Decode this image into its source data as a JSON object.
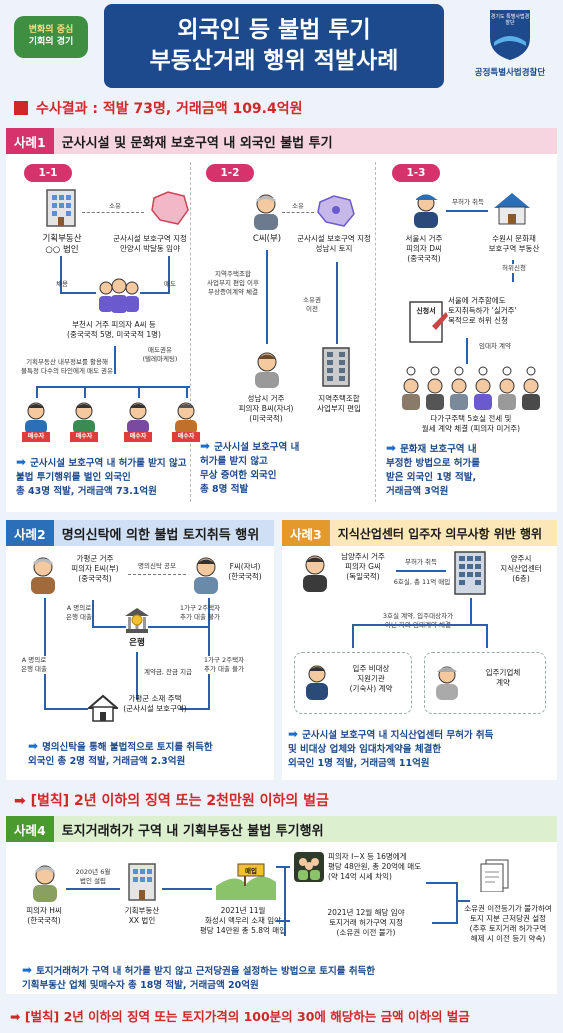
{
  "header": {
    "slogan_1": "변화의 중심",
    "slogan_2": "기회의 경기",
    "title_1": "외국인 등 불법 투기",
    "title_2": "부동산거래 행위 적발사례",
    "emblem_text": "경기도 특별사법경찰단",
    "agency": "공정특별사법경찰단"
  },
  "summary": "수사결과 : 적발 73명, 거래금액 109.4억원",
  "case1": {
    "tag": "사례1",
    "title": "군사시설 및 문화재 보호구역 내 외국인 불법 투기",
    "sub1": {
      "badge": "1-1",
      "own_label": "소유",
      "company": "기획부동산\n○○ 법인",
      "land": "군사시설 보호구역 지정\n안양시 박달동 임야",
      "sell_label": "채용",
      "buy_label": "매도",
      "suspects": "부천시 거주 피의자 A씨 등\n(중국국적 5명, 미국국적 1명)",
      "method_label": "기획부동산 내부정보를 활용해\n불특정 다수의 타인에게 매도 권유",
      "share_label": "매도권유\n(텔레마케팅)",
      "buyer_tag": "매수자",
      "result": "군사시설 보호구역 내 허가를 받지 않고\n불법 투기행위를 벌인 외국인\n총 43명 적발, 거래금액 73.1억원"
    },
    "sub2": {
      "badge": "1-2",
      "own_label": "소유",
      "c_person": "C씨(부)",
      "land": "군사시설 보호구역 지정\n성남시 토지",
      "left_note": "지역주택조합\n사업부지 편입 이후\n무상증여계약 체결",
      "right_note": "소유권\n이전",
      "b_person": "성남시 거주\n피의자 B씨(자녀)\n(미국국적)",
      "building": "지역주택조합\n사업부지 편입",
      "result": "군사시설 보호구역 내\n허가를 받지 않고\n무상 증여한 외국인\n총 8명 적발"
    },
    "sub3": {
      "badge": "1-3",
      "d_person": "서울시 거주\n피의자 D씨\n(중국국적)",
      "buy_label": "무허가 취득",
      "house": "수원시 문화재\n보호구역 부동산",
      "false_label": "허위신청",
      "doc_title": "신청서",
      "doc_text": "서울에 거주함에도\n토지취득하가 '실거주'\n목적으로 허위 신청",
      "lease_label": "임대차 계약",
      "tenants_caption": "다가구주택 5호실 전세 및\n월세 계약 체결 (피의자 미거주)",
      "result": "문화재 보호구역 내\n부정한 방법으로 허가를\n받은 외국인 1명 적발,\n거래금액     3억원"
    }
  },
  "case2": {
    "tag": "사례2",
    "title": "명의신탁에 의한 불법 토지취득 행위",
    "e_person": "가평군 거주\n피의자 E씨(부)\n(중국국적)",
    "f_person": "F씨(자녀)\n(한국국적)",
    "trust_label": "명의신탁 공모",
    "a_loan": "A 명의로\n은행 대출",
    "f_loan": "1가구 2주택자\n추가 대출 불가",
    "bank": "은행",
    "a_loan2": "A 명의로\n은행 대출",
    "f_loan2": "1가구 2주택자\n추가 대출 불가",
    "contract": "계약금, 잔금 지급",
    "house": "가평군 소재 주택\n(군사시설 보호구역)",
    "result": "명의신탁을 통해 불법적으로 토지를 취득한\n외국인 총 2명 적발, 거래금액 2.3억원"
  },
  "case3": {
    "tag": "사례3",
    "title": "지식산업센터 입주자 의무사항 위반 행위",
    "g_person": "남양주시 거주\n피의자 G씨\n(독일국적)",
    "buy_label": "무허가 취득",
    "buy_sub": "6호실, 총 11억 매입",
    "center": "양주시\n지식산업센터\n(6층)",
    "lease_label": "3호실 계약, 입주대상자가\n아닌 자와 임대계약 체결",
    "non_target": "입주 비대상\n지원기관\n(기숙사) 계약",
    "target": "입주기업체\n계약",
    "result": "군사시설 보호구역 내 지식산업센터 무허가 취득\n및 비대상 업체와 임대차계약을 체결한\n외국인 1명 적발, 거래금액 11억원"
  },
  "penalty1": "[벌칙] 2년 이하의 징역 또는 2천만원 이하의 벌금",
  "case4": {
    "tag": "사례4",
    "title": "토지거래허가 구역 내 기획부동산 불법 투기행위",
    "h_person": "피의자 H씨\n(한국국적)",
    "found_label": "2020년 6월\n법인 설립",
    "company": "기획부동산\nXX 법인",
    "buy_note": "2021년 11월\n화성시 맥우리 소재 임야\n평당 14만원 총 5.8억 매입",
    "sign": "매입",
    "sell_note": "피의자 I~X 등 16명에게\n평당 48만원, 총 20억에 매도\n(약 14억 시세 차익)",
    "permit_note": "2021년 12월 해당 임야\n토지거래 허가구역 지정\n(소유권 이전 불가)",
    "result_note": "소유권 이전등기가 불가하여\n토지 지분 근저당권 설정\n(추후 토지거래 허가구역\n해제 시 이전 등기 약속)",
    "result": "토지거래허가 구역 내 허가를 받지 않고 근저당권을 설정하는 방법으로 토지를 취득한\n기획부동산 업체 및매수자 총 18명 적발, 거래금액 20억원"
  },
  "penalty2": "[벌칙] 2년 이하의 징역 또는 토지가격의 100분의 30에 해당하는 금액 이하의 벌금",
  "colors": {
    "navy": "#1c4a8c",
    "red": "#d02828",
    "pink": "#d6336c",
    "blue": "#2a6fb8",
    "orange": "#e39a2a",
    "green": "#4a9a2f"
  }
}
